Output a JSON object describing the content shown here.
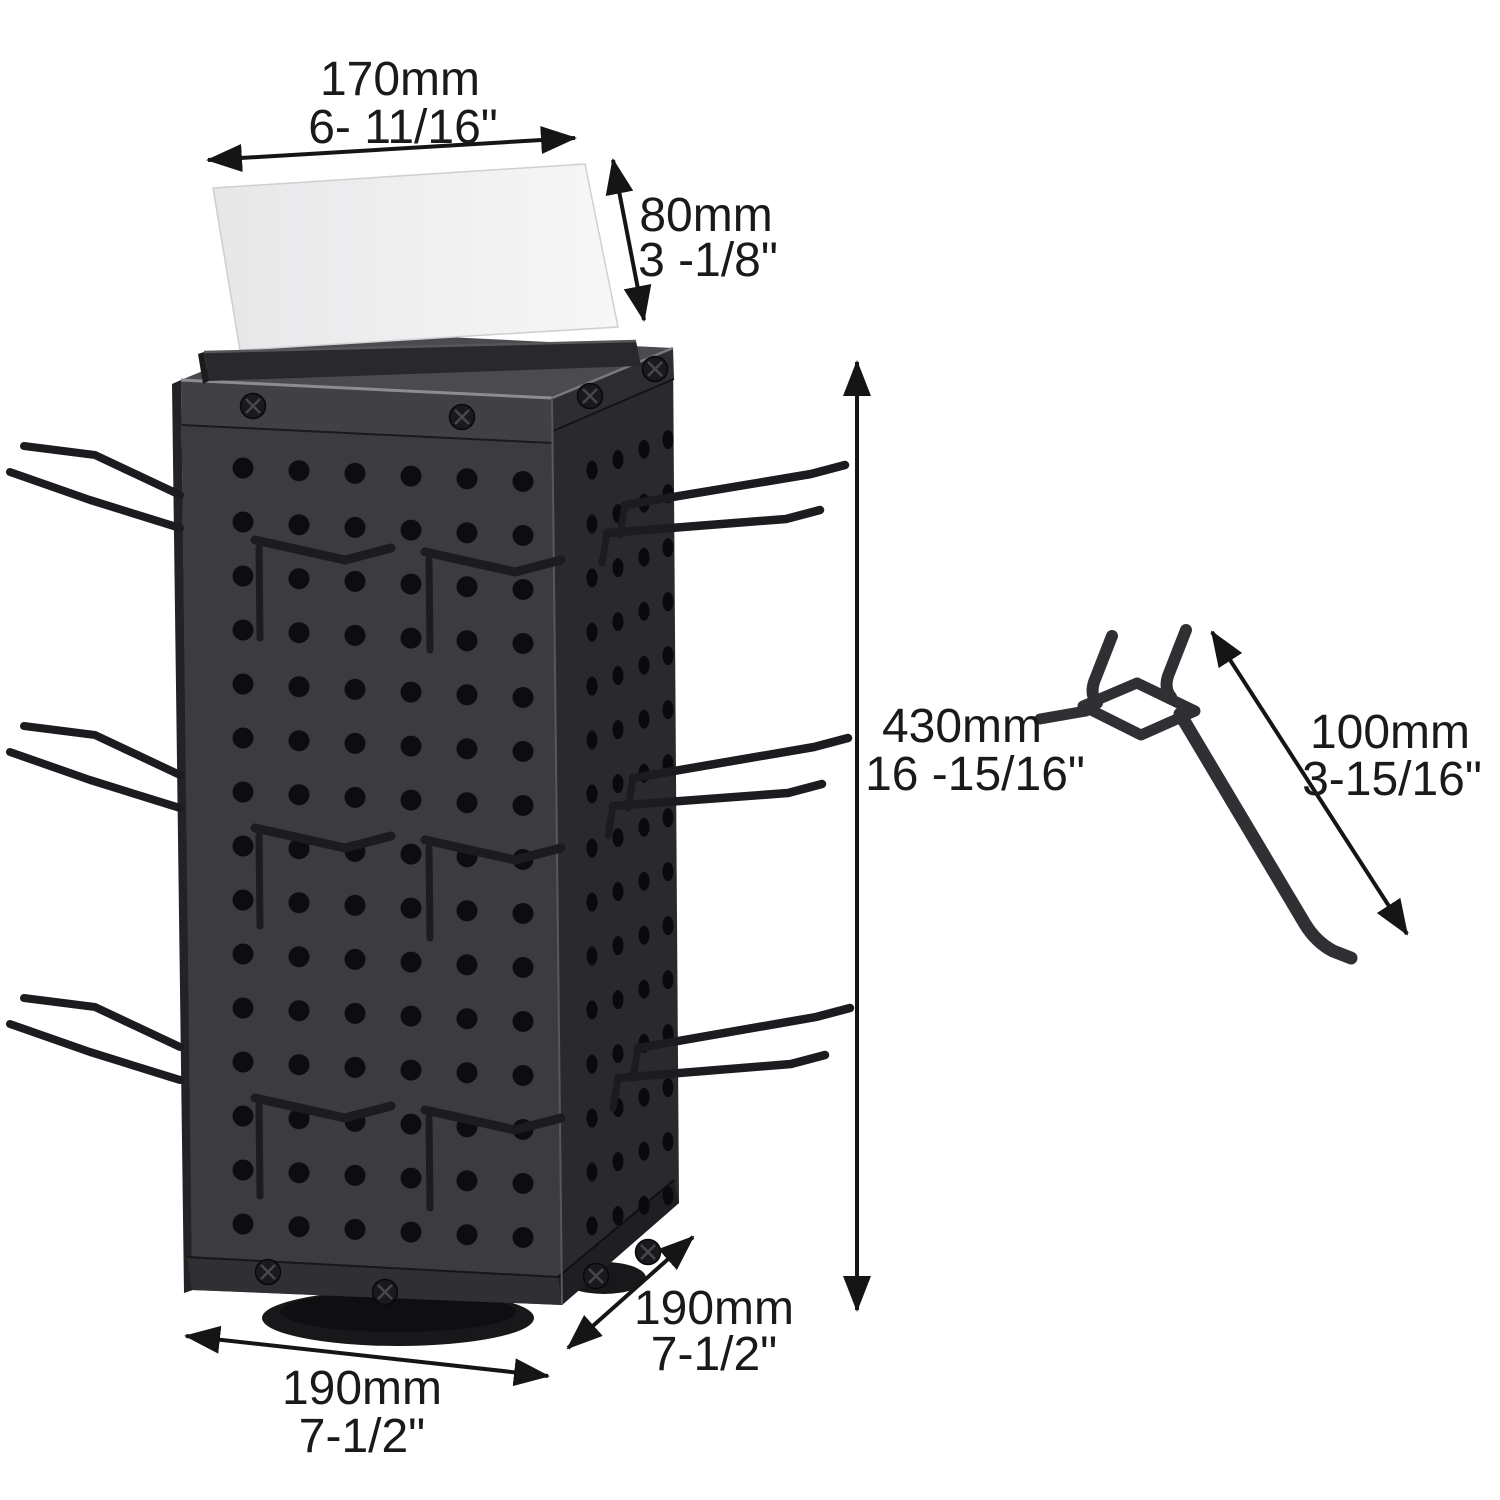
{
  "palette": {
    "background": "#ffffff",
    "line": "#151515",
    "text": "#1a1a1a",
    "face_front": "#3c3c40",
    "face_right": "#2a2a2e",
    "face_top": "#4b4b4f",
    "rail_front": "#414145",
    "rail_right": "#2e2e32",
    "strip_front": "#303034",
    "strip_right": "#1f1f23",
    "edge_dark": "#232327",
    "hole_front": "#0d0d10",
    "hole_right": "#0a0a0c",
    "sign_edge": "#cfcfd2",
    "holder": "#29292c",
    "hook": "#1c1c20",
    "detail_hook": "#303034",
    "screw": "#1a1a1d",
    "screw_cross": "#48484c",
    "base": "#18181b"
  },
  "dimensions": {
    "sign_width": {
      "mm": "170mm",
      "inch": "6- 11/16\""
    },
    "sign_height": {
      "mm": "80mm",
      "inch": "3 -1/8\""
    },
    "body_height": {
      "mm": "430mm",
      "inch": "16 -15/16\""
    },
    "hook_length": {
      "mm": "100mm",
      "inch": "3-15/16\""
    },
    "base_width": {
      "mm": "190mm",
      "inch": "7-1/2\""
    },
    "base_depth": {
      "mm": "190mm",
      "inch": "7-1/2\""
    }
  }
}
